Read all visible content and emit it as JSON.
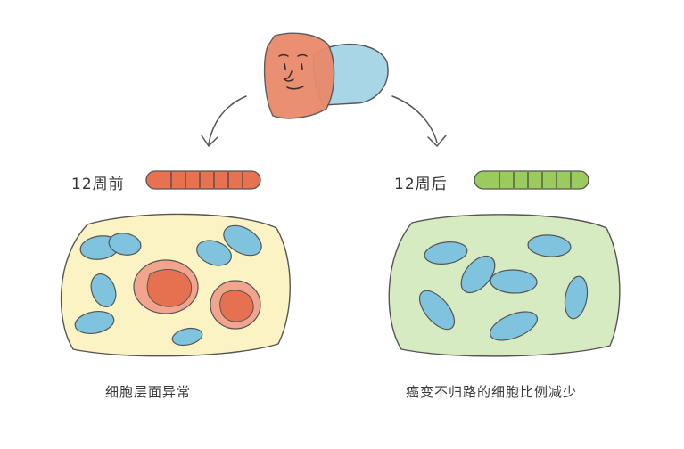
{
  "before": {
    "label": "12周前",
    "caption": "细胞层面异常",
    "strip_color": "#e8714f",
    "panel_color": "#fbf3c4"
  },
  "after": {
    "label": "12周后",
    "caption": "癌变不归路的细胞比例减少",
    "strip_color": "#9acb5c",
    "panel_color": "#d6ebc2"
  },
  "colors": {
    "face": "#ea8a6b",
    "pillow": "#a8d6e6",
    "cell_normal": "#7fc3df",
    "cell_abnormal": "#e67150",
    "outline": "#555555"
  },
  "icons": {
    "patient": "sleeping-face-icon",
    "arrow_left": "curved-arrow-left-icon",
    "arrow_right": "curved-arrow-right-icon"
  }
}
